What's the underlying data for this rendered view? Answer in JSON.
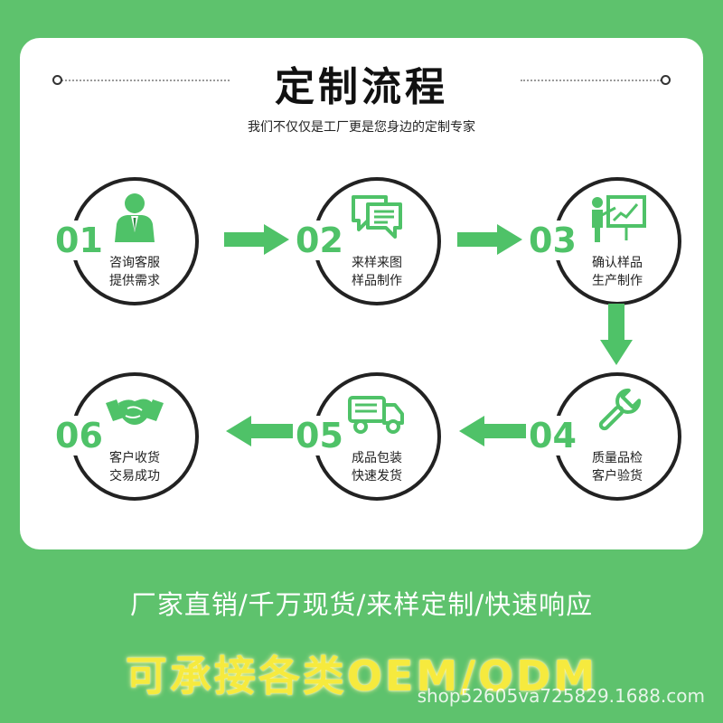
{
  "header": {
    "title": "定制流程",
    "subtitle": "我们不仅仅是工厂更是您身边的定制专家"
  },
  "steps": [
    {
      "number": "01",
      "line1": "咨询客服",
      "line2": "提供需求",
      "icon": "customer-service-person-icon"
    },
    {
      "number": "02",
      "line1": "来样来图",
      "line2": "样品制作",
      "icon": "chat-bubbles-icon"
    },
    {
      "number": "03",
      "line1": "确认样品",
      "line2": "生产制作",
      "icon": "presentation-board-icon"
    },
    {
      "number": "04",
      "line1": "质量品检",
      "line2": "客户验货",
      "icon": "wrench-icon"
    },
    {
      "number": "05",
      "line1": "成品包装",
      "line2": "快速发货",
      "icon": "delivery-truck-icon"
    },
    {
      "number": "06",
      "line1": "客户收货",
      "line2": "交易成功",
      "icon": "handshake-icon"
    }
  ],
  "footer": {
    "slogan": "厂家直销/千万现货/来样定制/快速响应",
    "oem": "可承接各类OEM/ODM",
    "watermark": "shop52605va725829.1688.com"
  },
  "colors": {
    "background_green": "#5ec26d",
    "accent_green": "#4fc268",
    "card": "#ffffff",
    "oem_yellow": "#f6ea3e"
  }
}
